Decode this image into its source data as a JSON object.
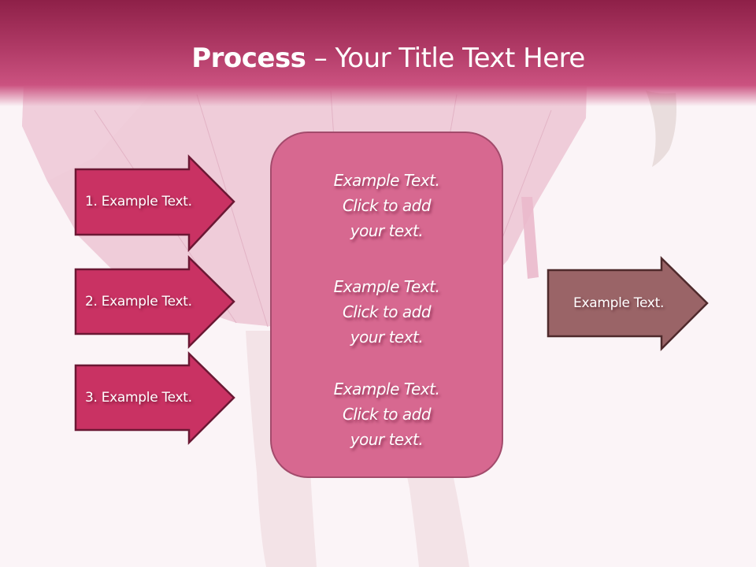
{
  "slide": {
    "title_bold": "Process",
    "title_rest": " – Your Title Text Here",
    "colors": {
      "title_band_top": "#8e2048",
      "title_band_bottom": "#cb5280",
      "left_arrow_fill": "#c93263",
      "left_arrow_border": "#6b1834",
      "center_box_fill": "#d76890",
      "center_box_border": "#a34b6c",
      "right_arrow_fill": "#9a6467",
      "right_arrow_border": "#4f2a2c",
      "background": "#fbf4f7"
    }
  },
  "left_arrows": [
    {
      "label": "1. Example Text."
    },
    {
      "label": "2. Example Text."
    },
    {
      "label": "3. Example Text."
    }
  ],
  "center_box": {
    "items": [
      {
        "line1": "Example Text.",
        "line2": "Click  to add",
        "line3": "your text."
      },
      {
        "line1": "Example Text.",
        "line2": "Click  to add",
        "line3": "your text."
      },
      {
        "line1": "Example Text.",
        "line2": "Click  to add",
        "line3": "your text."
      }
    ]
  },
  "right_arrow": {
    "label": "Example Text."
  }
}
